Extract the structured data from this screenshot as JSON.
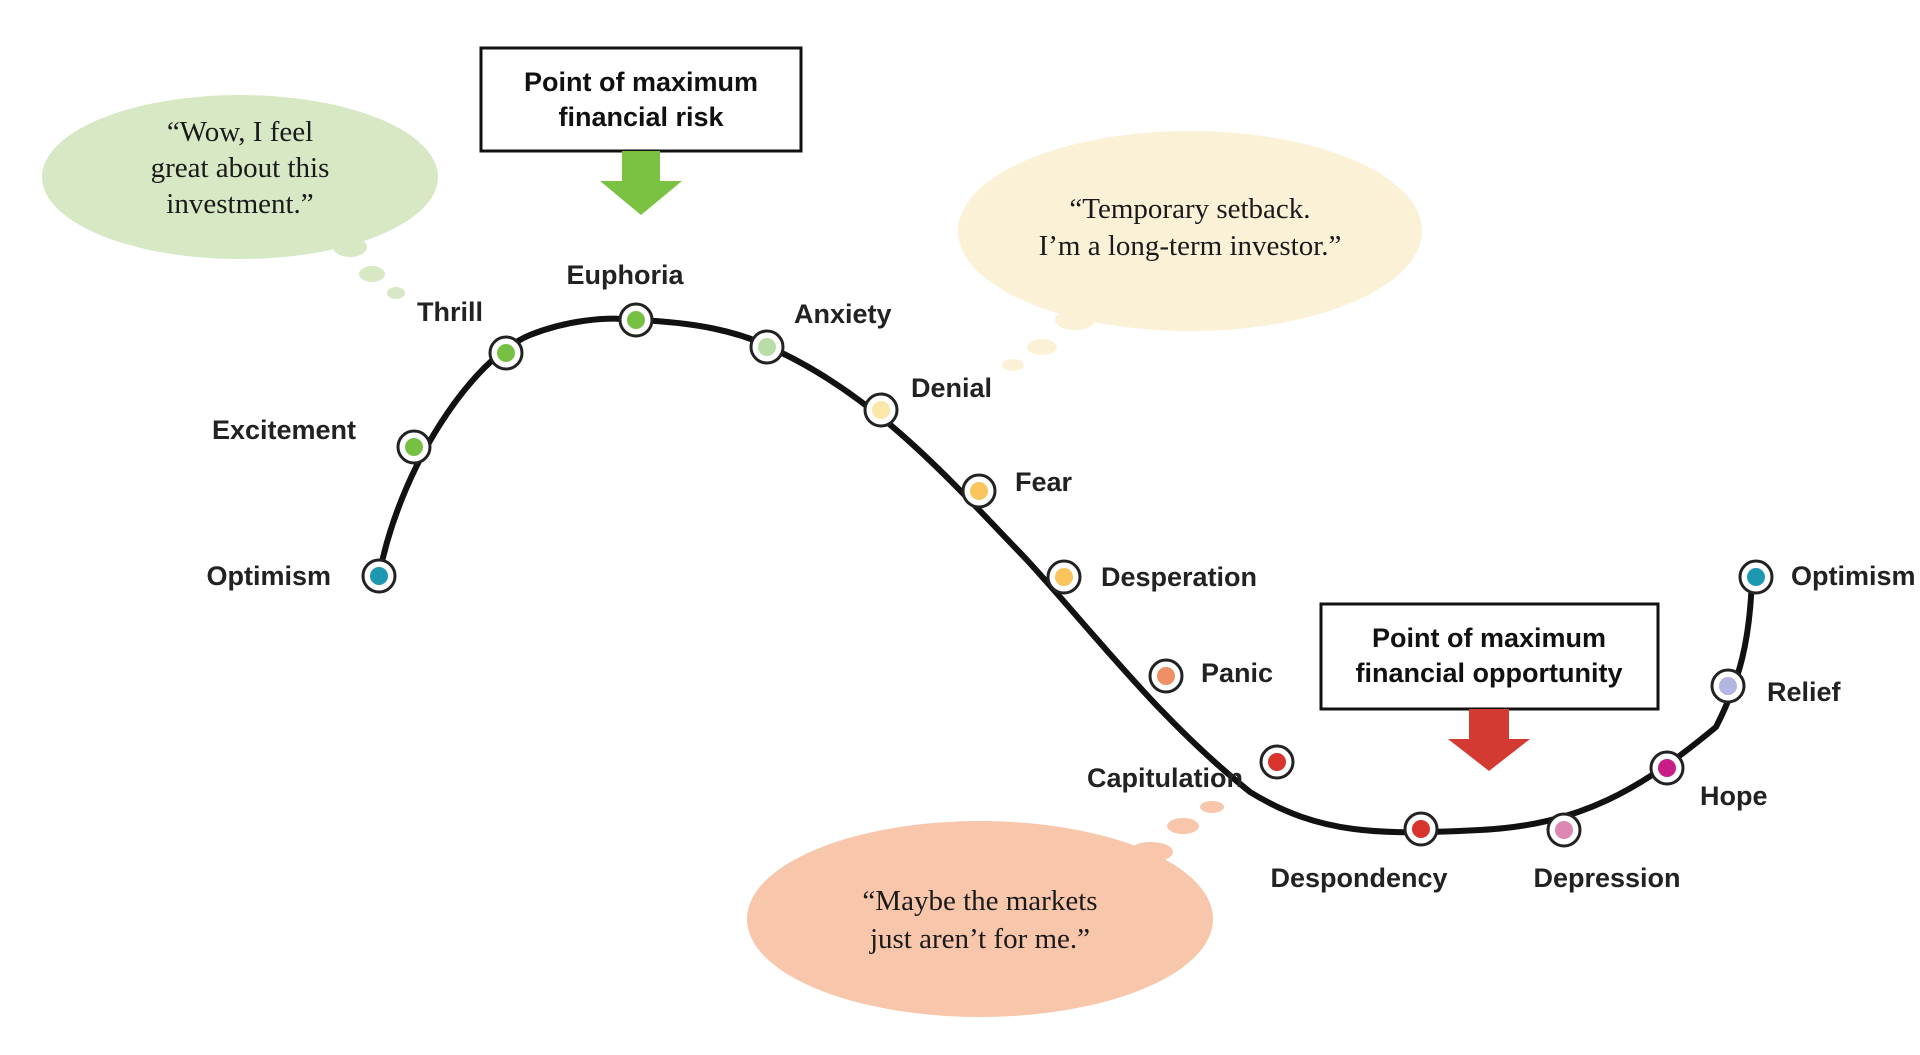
{
  "colors": {
    "curve": "#111111",
    "green_arrow": "#7cc242",
    "red_arrow": "#d33a32"
  },
  "stages": [
    {
      "label": "Optimism",
      "color": "#1e98b0"
    },
    {
      "label": "Excitement",
      "color": "#76c043"
    },
    {
      "label": "Thrill",
      "color": "#76c043"
    },
    {
      "label": "Euphoria",
      "color": "#76c043"
    },
    {
      "label": "Anxiety",
      "color": "#b9dda6"
    },
    {
      "label": "Denial",
      "color": "#fbe7a9"
    },
    {
      "label": "Fear",
      "color": "#f9c45c"
    },
    {
      "label": "Desperation",
      "color": "#f9c45c"
    },
    {
      "label": "Panic",
      "color": "#ee8f66"
    },
    {
      "label": "Capitulation",
      "color": "#d9332e"
    },
    {
      "label": "Despondency",
      "color": "#d9332e"
    },
    {
      "label": "Depression",
      "color": "#dd88b3"
    },
    {
      "label": "Hope",
      "color": "#c91e8a"
    },
    {
      "label": "Relief",
      "color": "#b3b6e0"
    },
    {
      "label": "Optimism",
      "color": "#1e98b0"
    }
  ],
  "callouts": {
    "risk": {
      "line1": "Point of maximum",
      "line2": "financial risk"
    },
    "opportunity": {
      "line1": "Point of maximum",
      "line2": "financial opportunity"
    }
  },
  "bubbles": {
    "wow": {
      "lines": [
        "“Wow, I feel",
        "great about this",
        "investment.”"
      ],
      "color": "#d6e8c4"
    },
    "setback": {
      "lines": [
        "“Temporary setback.",
        "I’m a long-term investor.”"
      ],
      "color": "#fbf1d6"
    },
    "markets": {
      "lines": [
        "“Maybe the markets",
        "just aren’t for me.”"
      ],
      "color": "#f8c6ab"
    }
  }
}
